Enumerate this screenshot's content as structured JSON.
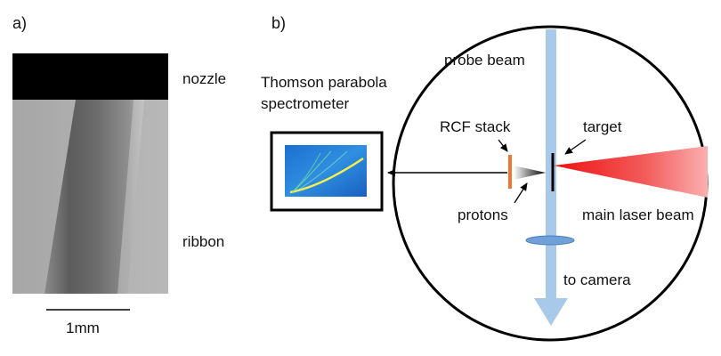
{
  "panel_a": {
    "letter": "a)",
    "labels": {
      "nozzle": "nozzle",
      "ribbon": "ribbon"
    },
    "scale_bar": {
      "label": "1mm"
    }
  },
  "panel_b": {
    "letter": "b)",
    "spectrometer": {
      "line1": "Thomson parabola",
      "line2": "spectrometer"
    },
    "labels": {
      "probe_beam": "probe beam",
      "rcf_stack": "RCF stack",
      "target": "target",
      "protons": "protons",
      "main_laser_beam": "main laser beam",
      "to_camera": "to camera"
    }
  },
  "colors": {
    "probe_beam": "#a9c9ea",
    "lens": "#6fa0d8",
    "laser_red": "#ee1111",
    "rcf_stack": "#ee7733",
    "target": "#000000",
    "nozzle": "#000000"
  }
}
